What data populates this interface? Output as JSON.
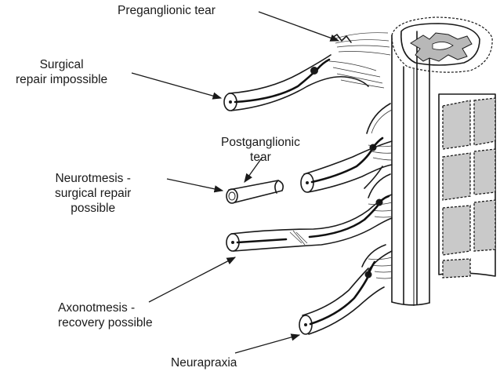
{
  "labels": {
    "preganglionic_tear": "Preganglionic tear",
    "surgical_repair_impossible": "Surgical\nrepair impossible",
    "postganglionic_tear": "Postganglionic\ntear",
    "neurotmesis": "Neurotmesis -\nsurgical repair\npossible",
    "axonotmesis": "Axonotmesis -\nrecovery possible",
    "neurapraxia": "Neurapraxia"
  }
}
